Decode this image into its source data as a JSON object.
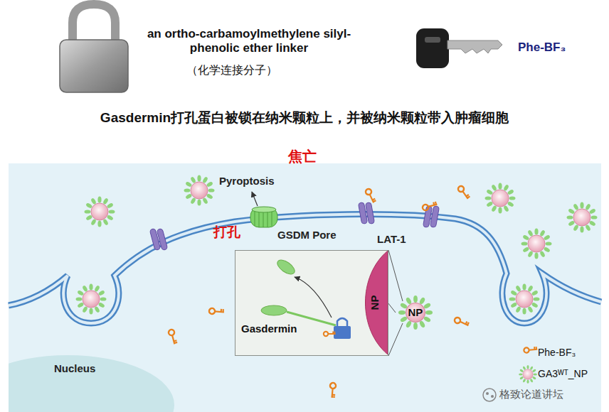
{
  "diagram": {
    "title": "Gasdermin打孔蛋白被锁在纳米颗粒上，并被纳米颗粒带入肿瘤细胞",
    "nodes": [
      {
        "text": [
          "Gasdermin"
        ]
      },
      {
        "text": [
          "NP"
        ],
        "in": 0
      },
      {
        "text": [
          "NP"
        ]
      }
    ],
    "edges": [
      {
        "from": 1,
        "to": 2,
        "arrow": "none"
      }
    ],
    "labels": [
      "an ortho-carbamoylmethylene silyl-phenolic ether linker",
      "（化学连接分子）",
      "Phe-BF₃",
      "焦亡",
      "Pyroptosis",
      "打孔",
      "GSDM Pore",
      "LAT-1",
      "Nucleus",
      "格致论道讲坛"
    ],
    "legend": [
      {
        "text": "Phe-BF₃"
      },
      {
        "text": "GA3ᵂᵀ_NP"
      }
    ]
  }
}
